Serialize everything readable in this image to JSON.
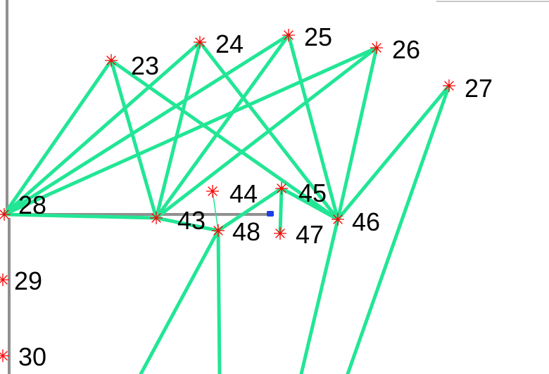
{
  "colors": {
    "background": "#ffffff",
    "edge": "#22e695",
    "node_marker": "#ff0000",
    "label": "#000000",
    "axis": "#909090",
    "axis_light": "#c8c8c8",
    "handle": "#1c3ee6"
  },
  "nodes": [
    {
      "id": "n23",
      "label": "23"
    },
    {
      "id": "n24",
      "label": "24"
    },
    {
      "id": "n25",
      "label": "25"
    },
    {
      "id": "n26",
      "label": "26"
    },
    {
      "id": "n27",
      "label": "27"
    },
    {
      "id": "n28",
      "label": "28"
    },
    {
      "id": "n29",
      "label": "29"
    },
    {
      "id": "n30",
      "label": "30"
    },
    {
      "id": "n43",
      "label": "43"
    },
    {
      "id": "n44",
      "label": "44"
    },
    {
      "id": "n45",
      "label": "45"
    },
    {
      "id": "n46",
      "label": "46"
    },
    {
      "id": "n47",
      "label": "47"
    },
    {
      "id": "n48",
      "label": "48"
    }
  ],
  "edges": [
    [
      "n28",
      "n23"
    ],
    [
      "n28",
      "n24"
    ],
    [
      "n28",
      "n25"
    ],
    [
      "n28",
      "n26"
    ],
    [
      "n23",
      "n43"
    ],
    [
      "n24",
      "n43"
    ],
    [
      "n25",
      "n43"
    ],
    [
      "n26",
      "n43"
    ],
    [
      "n23",
      "n46"
    ],
    [
      "n24",
      "n46"
    ],
    [
      "n25",
      "n46"
    ],
    [
      "n26",
      "n46"
    ],
    [
      "n27",
      "n46"
    ],
    [
      "n28",
      "n43"
    ],
    [
      "n43",
      "n48"
    ],
    [
      "n48",
      "n45"
    ],
    [
      "n45",
      "n46"
    ],
    [
      "n45",
      "n47"
    ]
  ]
}
